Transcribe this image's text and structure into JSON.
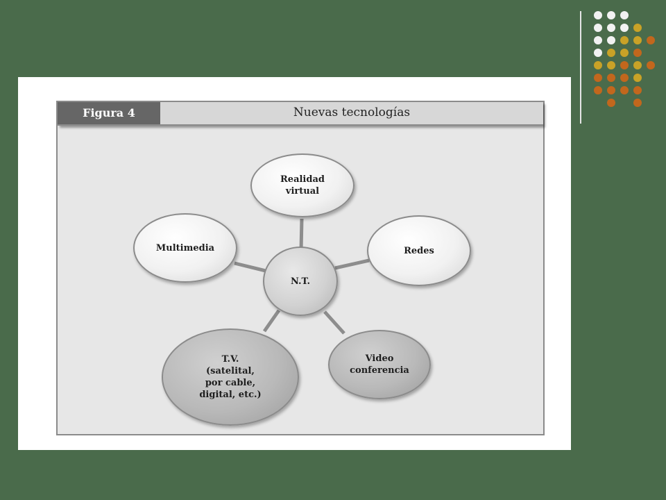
{
  "figure": {
    "label": "Figura 4",
    "title": "Nuevas tecnologías"
  },
  "diagram": {
    "center": "N.T.",
    "nodes": [
      {
        "id": "realidad-virtual",
        "label": "Realidad\nvirtual"
      },
      {
        "id": "redes",
        "label": "Redes"
      },
      {
        "id": "video-conferencia",
        "label": "Video\nconferencia"
      },
      {
        "id": "tv",
        "label": "T.V.\n(satelital,\npor cable,\ndigital, etc.)"
      },
      {
        "id": "multimedia",
        "label": "Multimedia"
      }
    ],
    "connections": [
      [
        "N.T.",
        "Realidad virtual"
      ],
      [
        "N.T.",
        "Redes"
      ],
      [
        "N.T.",
        "Video conferencia"
      ],
      [
        "N.T.",
        "T.V."
      ],
      [
        "N.T.",
        "Multimedia"
      ]
    ]
  },
  "colors": {
    "background": "#4a6b4b",
    "dot_white": "#f2f2f2",
    "dot_gold": "#c9a227",
    "dot_orange": "#c2671d"
  }
}
